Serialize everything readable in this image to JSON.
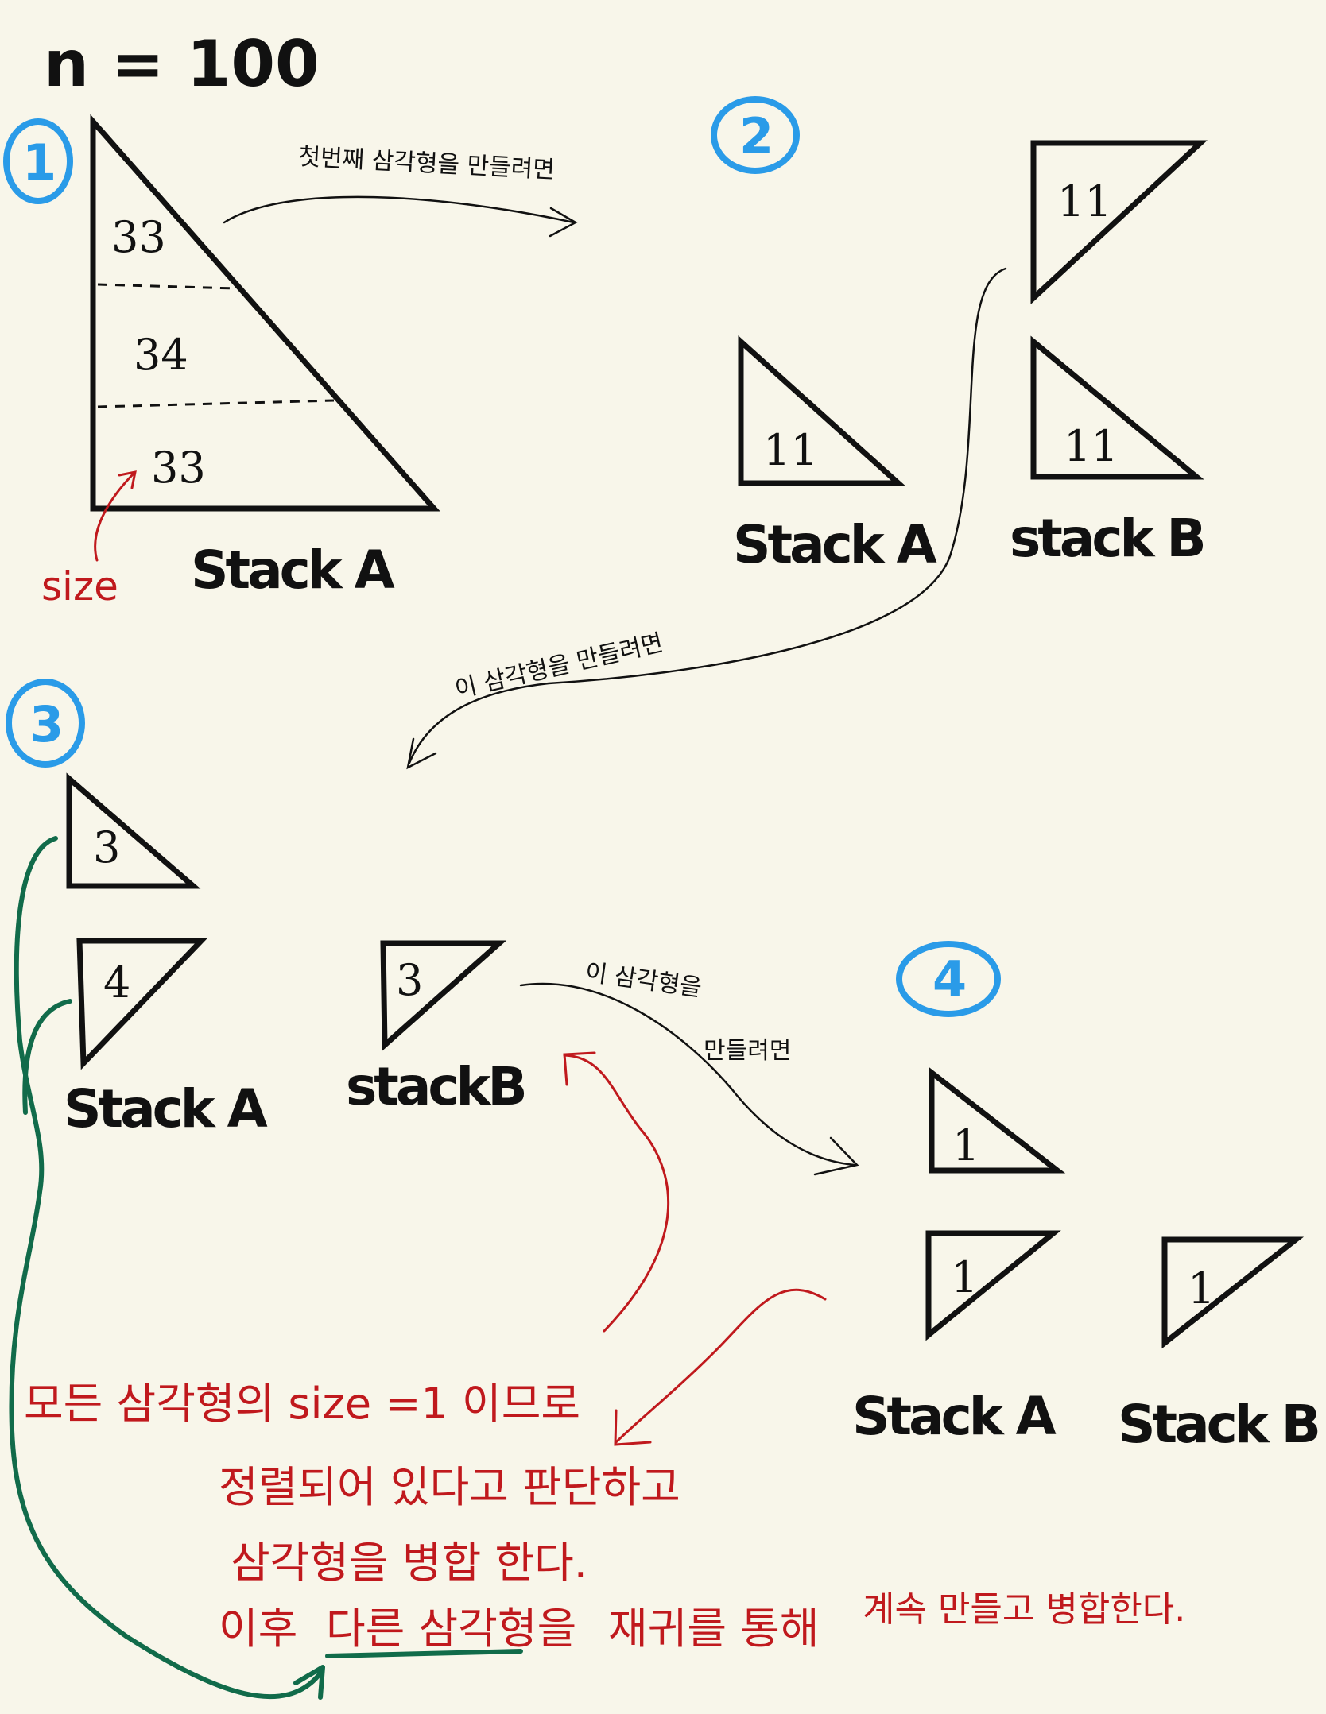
{
  "title": "n = 100",
  "steps": {
    "s1": {
      "number": "1",
      "stack_label": "Stack A",
      "parts": [
        "33",
        "34",
        "33"
      ],
      "size_label": "size"
    },
    "s2": {
      "number": "2",
      "stack_a_label": "Stack A",
      "stack_b_label": "stack B",
      "top_tri": "11",
      "a_tri": "11",
      "b_tri": "11"
    },
    "s3": {
      "number": "3",
      "stack_a_label": "Stack A",
      "stack_b_label": "stackB",
      "a_top": "3",
      "a_bottom": "4",
      "b_tri": "3"
    },
    "s4": {
      "number": "4",
      "stack_a_label": "Stack A",
      "stack_b_label": "Stack B",
      "top_tri": "1",
      "a_tri": "1",
      "b_tri": "1"
    }
  },
  "arrow_notes": {
    "n1": "첫번째 삼각형을 만들려면",
    "n2": "이 삼각형을 만들려면",
    "n3a": "이 삼각형을",
    "n3b": "만들려면"
  },
  "conclusion": {
    "line1": "모든 삼각형의 size =1 이므로",
    "line2": "정렬되어 있다고 판단하고",
    "line3": "삼각형을 병합 한다.",
    "line4a": "이후",
    "line4b": "다른 삼각형을",
    "line4c": "재귀를 통해",
    "line4d": "계속 만들고 병합한다."
  },
  "colors": {
    "background": "#f8f6ea",
    "ink": "#111111",
    "step_blue": "#2a9be8",
    "note_red": "#c0191d",
    "arrow_green": "#116b4a"
  }
}
